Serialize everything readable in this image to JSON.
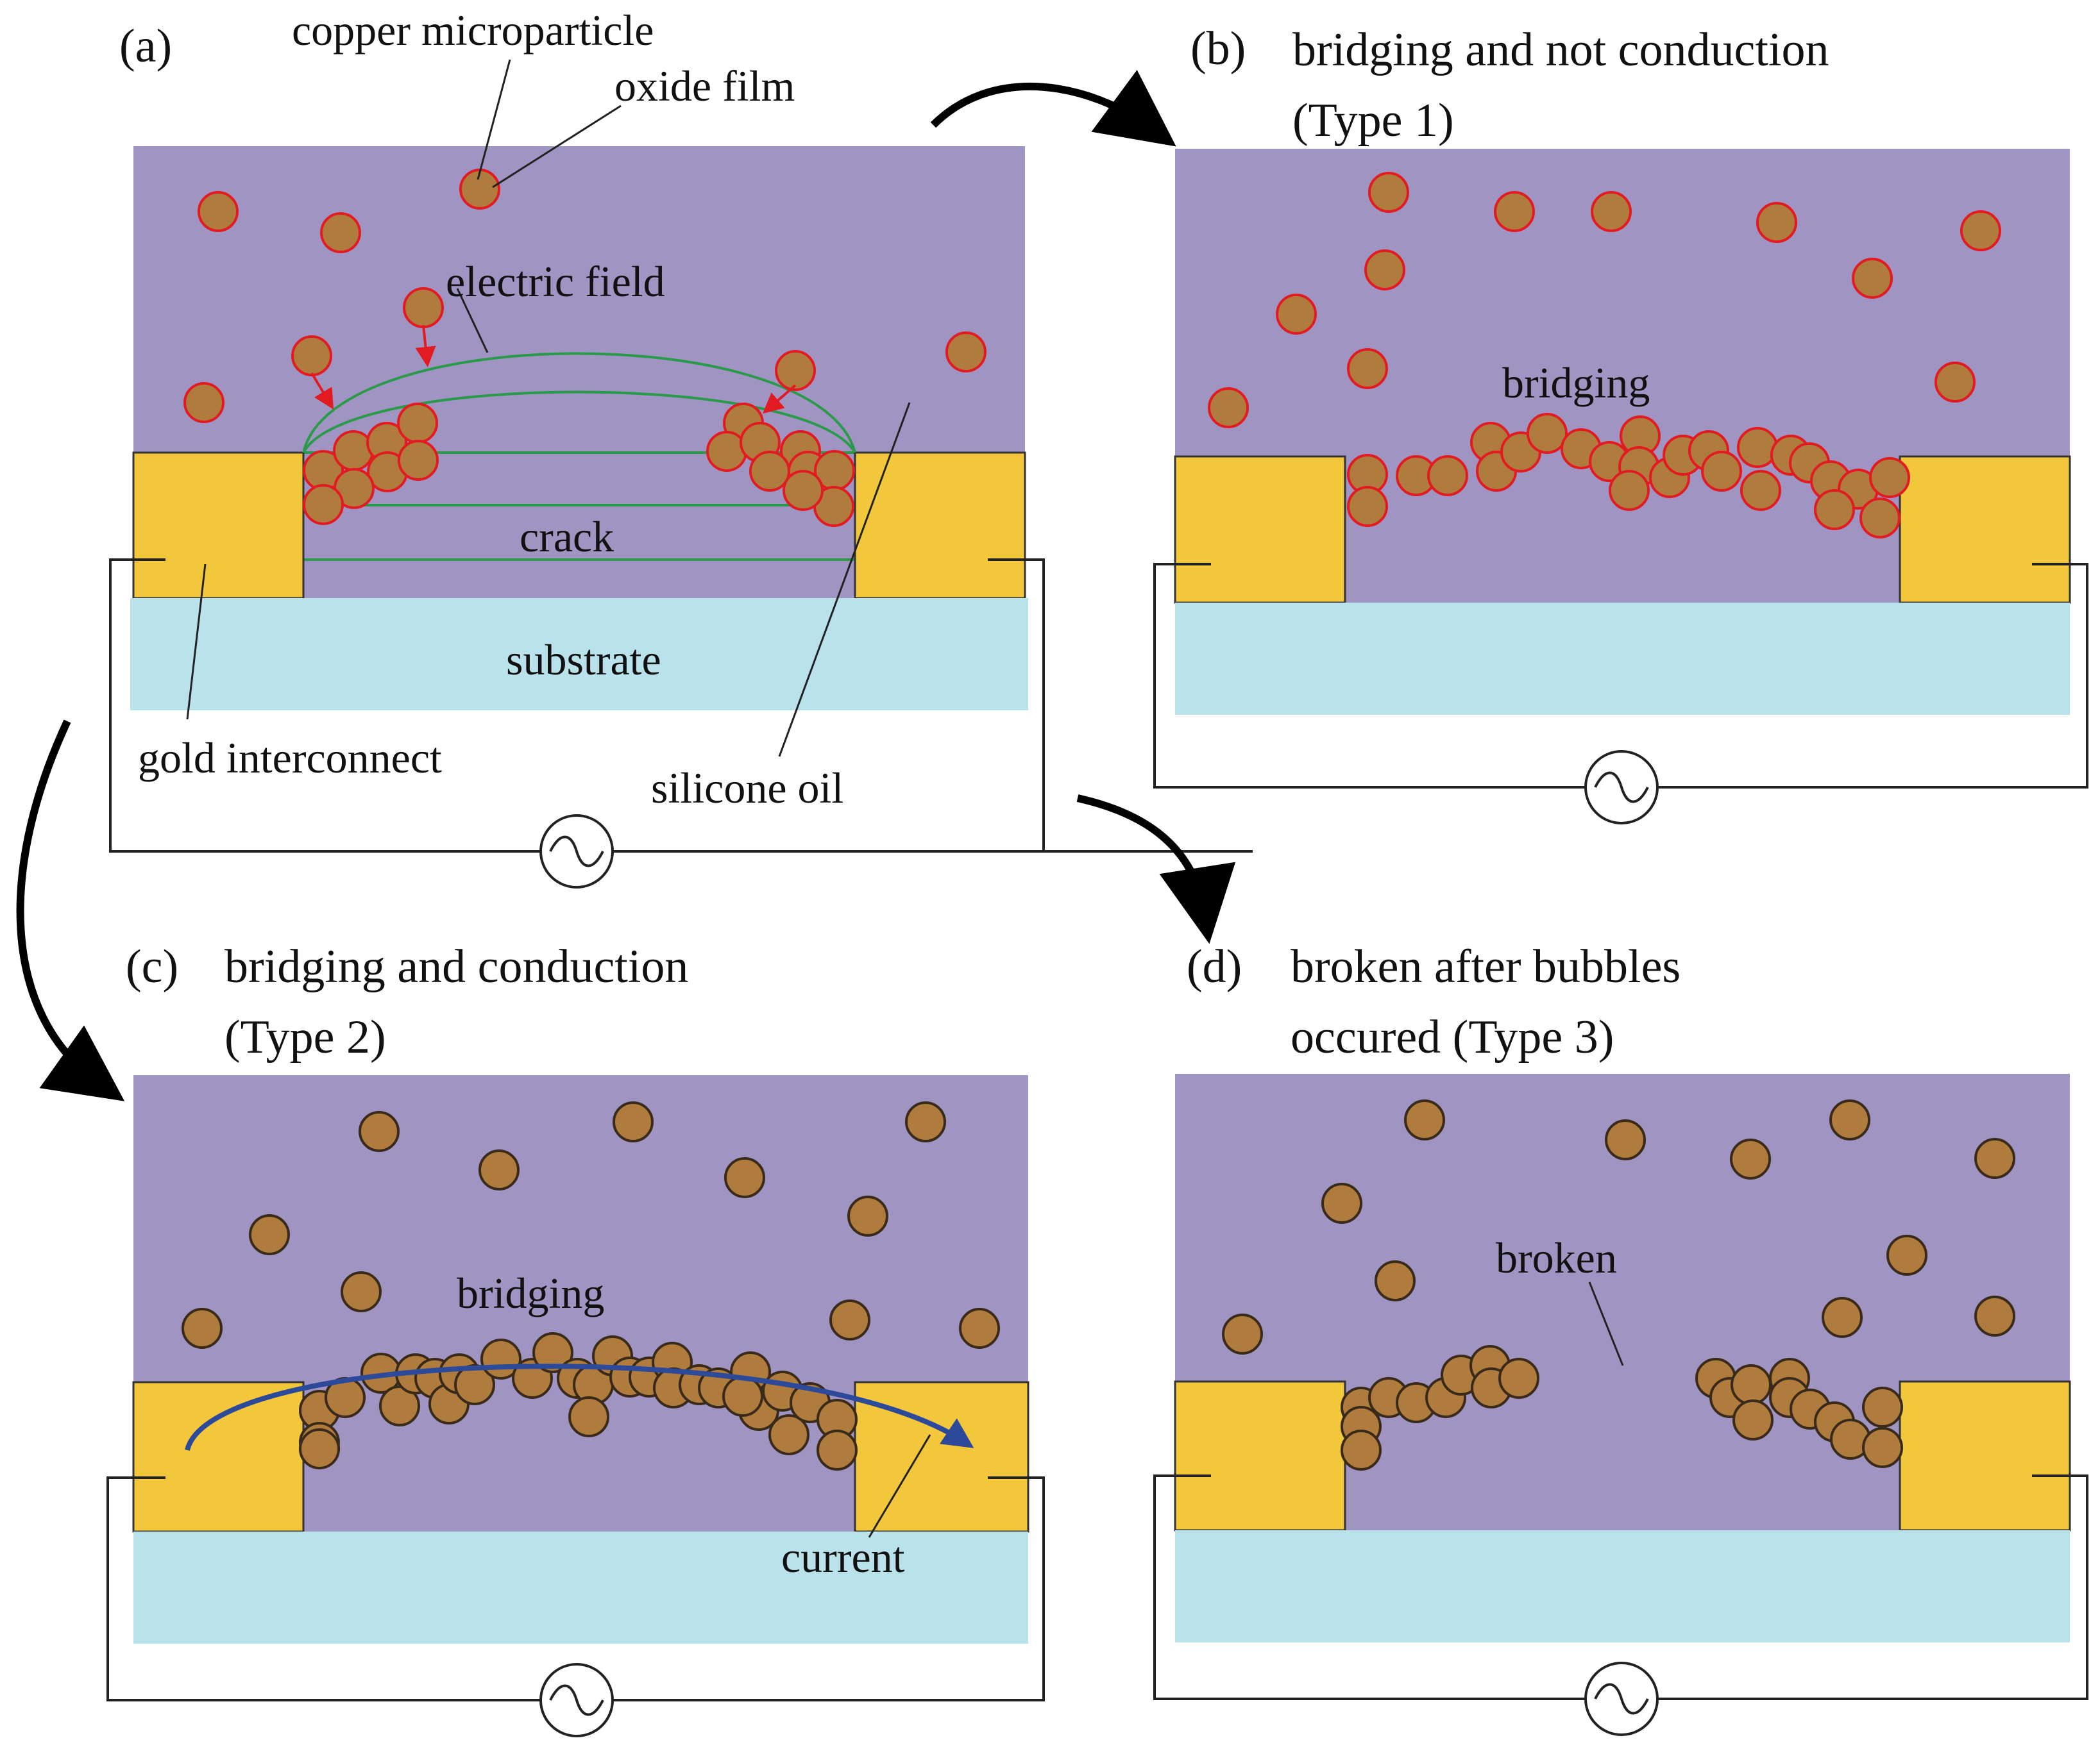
{
  "colors": {
    "oil": "#a094c2",
    "gold": "#f2c73c",
    "substrate": "#b9e2ea",
    "particle_fill": "#b07c3e",
    "oxide": "#e21b23",
    "particle_edge": "#3a2a1a",
    "field": "#2a9a4a",
    "current": "#2d4a9a",
    "arrow": "#000000",
    "line": "#222222"
  },
  "icons": {
    "ac_source": "ac-source-icon",
    "flow_arrow": "curved-arrow-icon"
  },
  "panels": {
    "a": {
      "letter": "(a)",
      "labels": {
        "particle": "copper microparticle",
        "oxide": "oxide film",
        "field": "electric field",
        "crack": "crack",
        "substrate": "substrate",
        "gold": "gold interconnect",
        "oil": "silicone oil"
      }
    },
    "b": {
      "letter": "(b)",
      "title_line1": "bridging and not conduction",
      "title_line2": "(Type 1)",
      "label": "bridging"
    },
    "c": {
      "letter": "(c)",
      "title_line1": "bridging and conduction",
      "title_line2": "(Type 2)",
      "label": "bridging",
      "current": "current"
    },
    "d": {
      "letter": "(d)",
      "title_line1": "broken after bubbles",
      "title_line2": "occured (Type 3)",
      "label": "broken"
    }
  }
}
